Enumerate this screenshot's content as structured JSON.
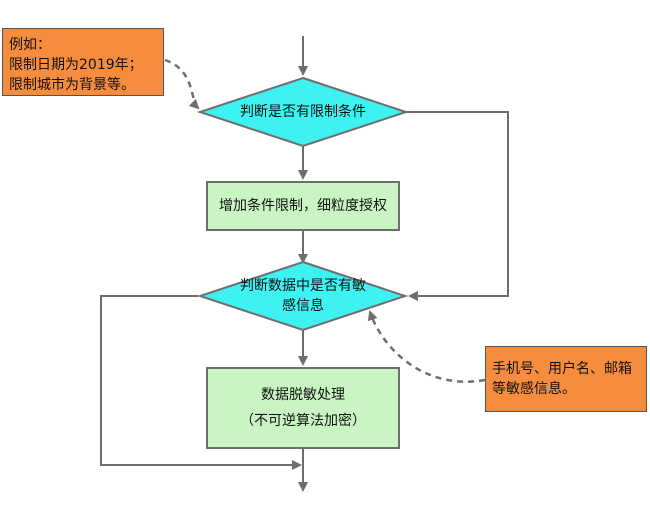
{
  "colors": {
    "background": "#ffffff",
    "decision_fill": "#3ef2f2",
    "process_fill": "#c9f5c2",
    "note_fill": "#f68c3d",
    "line": "#6e6e6e",
    "text": "#111111"
  },
  "nodes": {
    "decision1": "判断是否有限制条件",
    "process1": "增加条件限制，细粒度授权",
    "decision2": "判断数据中是否有敏\n感信息",
    "process2": "数据脱敏处理\n（不可逆算法加密）"
  },
  "notes": {
    "note1": "例如：\n限制日期为2019年；\n限制城市为背景等。",
    "note2": "手机号、用户名、邮箱\n等敏感信息。"
  }
}
